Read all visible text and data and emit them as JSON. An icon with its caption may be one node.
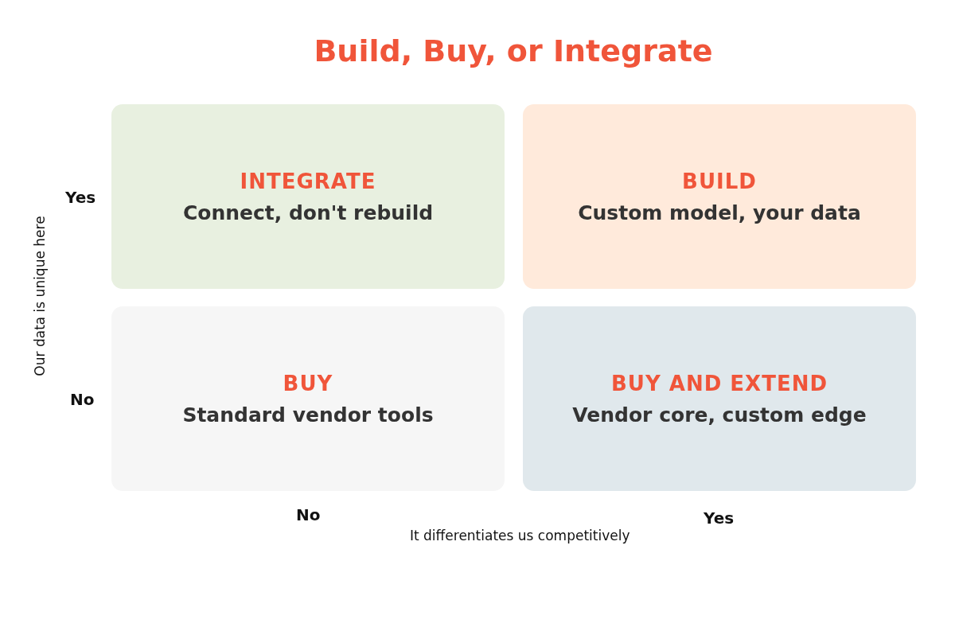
{
  "diagram": {
    "title": "Build, Buy, or Integrate",
    "nodes": [
      {
        "text": [
          "INTEGRATE",
          "Connect, don't rebuild"
        ]
      },
      {
        "text": [
          "BUILD",
          "Custom model, your data"
        ]
      },
      {
        "text": [
          "BUY",
          "Standard vendor tools"
        ]
      },
      {
        "text": [
          "BUY AND EXTEND",
          "Vendor core, custom edge"
        ]
      }
    ],
    "labels": [
      "Yes",
      "Our data is unique here",
      "No",
      "No",
      "Yes",
      "It differentiates us competitively"
    ]
  }
}
